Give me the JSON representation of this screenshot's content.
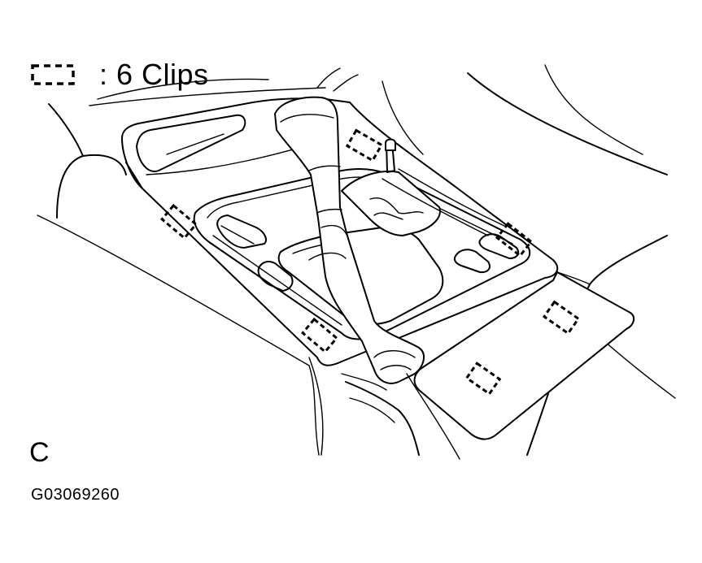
{
  "legend": {
    "icon": "dashed-clip-icon",
    "label": ": 6 Clips"
  },
  "view_letter": "C",
  "figure_id": "G03069260",
  "colors": {
    "ink": "#000000",
    "background": "#ffffff"
  }
}
